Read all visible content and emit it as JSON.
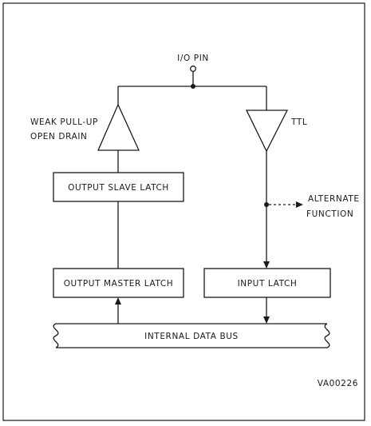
{
  "diagram": {
    "io_pin_label": "I/O PIN",
    "weak_pullup_label": "WEAK PULL-UP",
    "open_drain_label": "OPEN DRAIN",
    "ttl_label": "TTL",
    "alternate_label_line1": "ALTERNATE",
    "alternate_label_line2": "FUNCTION",
    "output_slave_latch_label": "OUTPUT SLAVE LATCH",
    "output_master_latch_label": "OUTPUT MASTER LATCH",
    "input_latch_label": "INPUT LATCH",
    "internal_data_bus_label": "INTERNAL DATA BUS",
    "figure_code": "VA00226"
  }
}
